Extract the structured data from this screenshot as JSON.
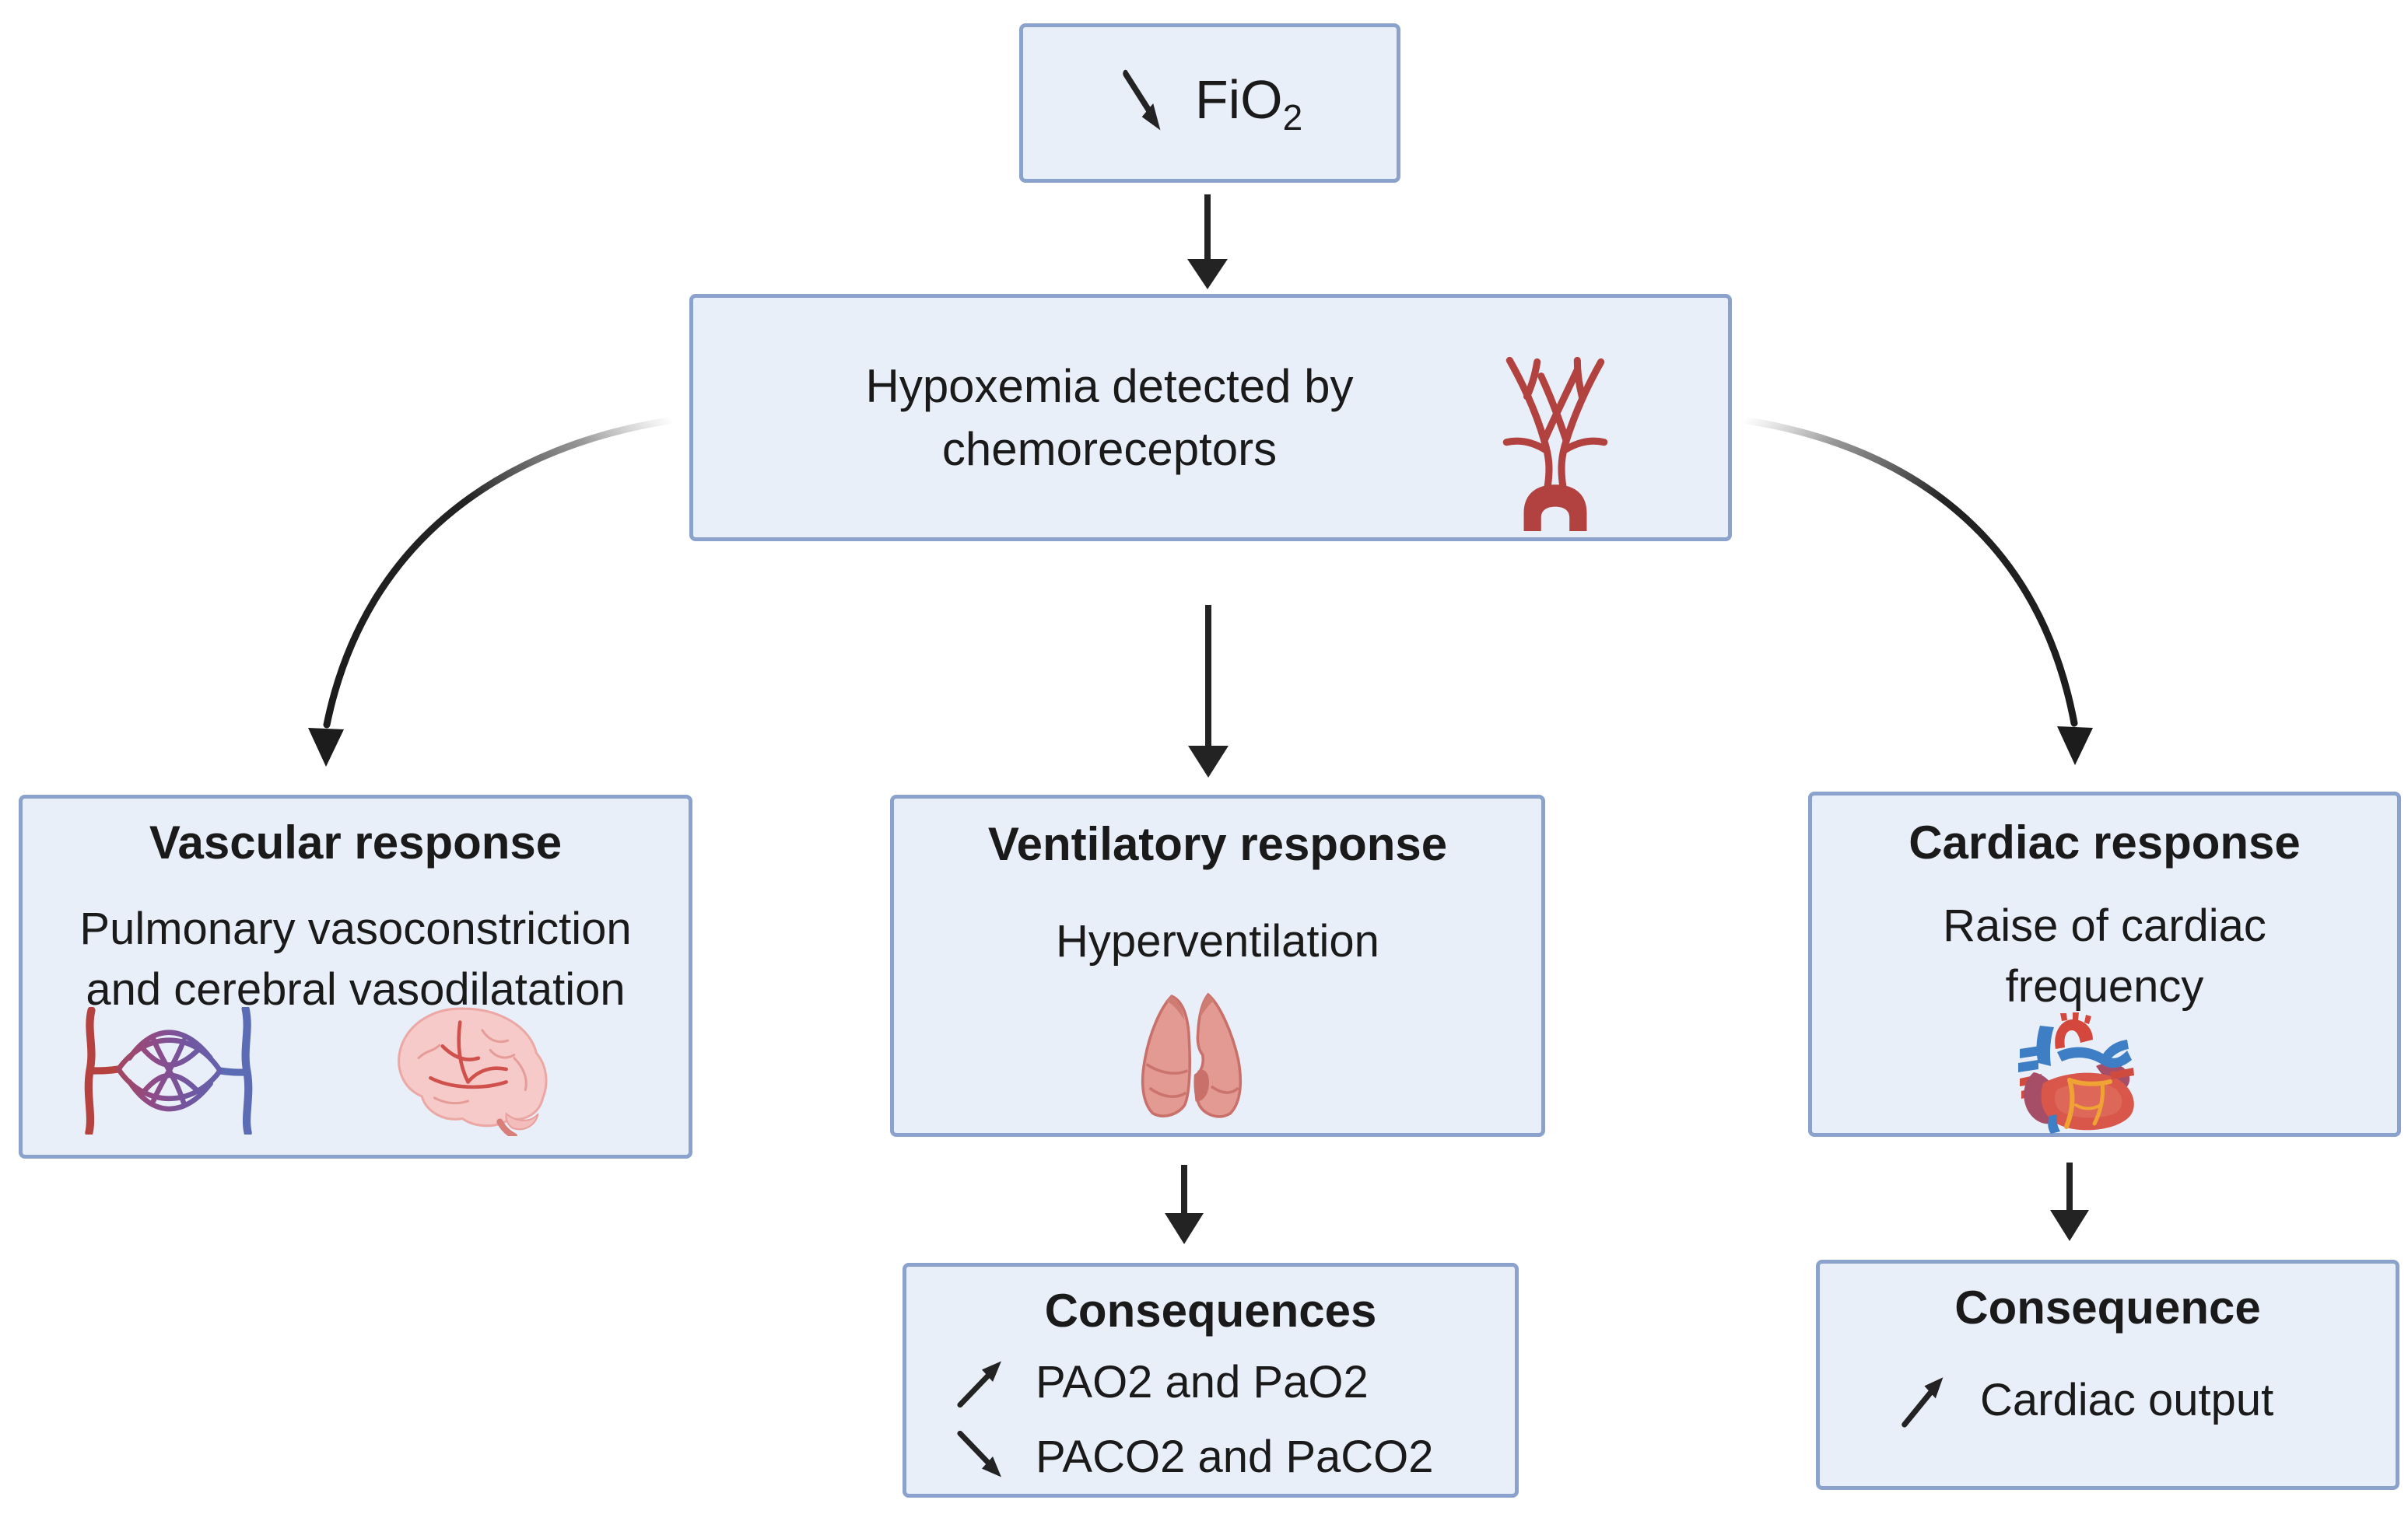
{
  "palette": {
    "box_fill": "#e9eff9",
    "box_border": "#8ba2cc",
    "arrow": "#232323",
    "text": "#1a1a1a",
    "vessel_red": "#b2423f",
    "vessel_blue": "#5b6cb4",
    "brain_pink": "#f6cac8",
    "lung_pink": "#e29a92",
    "heart_red": "#d8574a",
    "heart_blue": "#3e7ec4",
    "heart_orange": "#f0a335"
  },
  "nodes": {
    "fio2": {
      "icon": "decrease-arrow",
      "text": "FiO",
      "subscript": "2"
    },
    "hypoxemia": {
      "icon": "chemoreceptor",
      "lines": [
        "Hypoxemia detected by",
        "chemoreceptors"
      ]
    },
    "vascular": {
      "title": "Vascular response",
      "lines": [
        "Pulmonary vasoconstriction",
        "and cerebral vasodilatation"
      ],
      "icons": [
        "capillary-bed",
        "brain"
      ]
    },
    "ventilatory": {
      "title": "Ventilatory response",
      "body": "Hyperventilation",
      "icon": "lungs"
    },
    "cardiac": {
      "title": "Cardiac response",
      "lines": [
        "Raise of cardiac",
        "frequency"
      ],
      "icon": "heart"
    },
    "consequences": {
      "title": "Consequences",
      "items": [
        {
          "icon": "increase-arrow",
          "text": "PAO2 and PaO2"
        },
        {
          "icon": "decrease-arrow",
          "text": "PACO2 and PaCO2"
        }
      ]
    },
    "consequence": {
      "title": "Consequence",
      "items": [
        {
          "icon": "increase-arrow",
          "text": "Cardiac output"
        }
      ]
    }
  },
  "edges": [
    {
      "from": "fio2",
      "to": "hypoxemia",
      "style": "straight-down"
    },
    {
      "from": "hypoxemia",
      "to": "vascular",
      "style": "curved-left"
    },
    {
      "from": "hypoxemia",
      "to": "ventilatory",
      "style": "straight-down"
    },
    {
      "from": "hypoxemia",
      "to": "cardiac",
      "style": "curved-right"
    },
    {
      "from": "ventilatory",
      "to": "consequences",
      "style": "straight-down"
    },
    {
      "from": "cardiac",
      "to": "consequence",
      "style": "straight-down"
    }
  ]
}
